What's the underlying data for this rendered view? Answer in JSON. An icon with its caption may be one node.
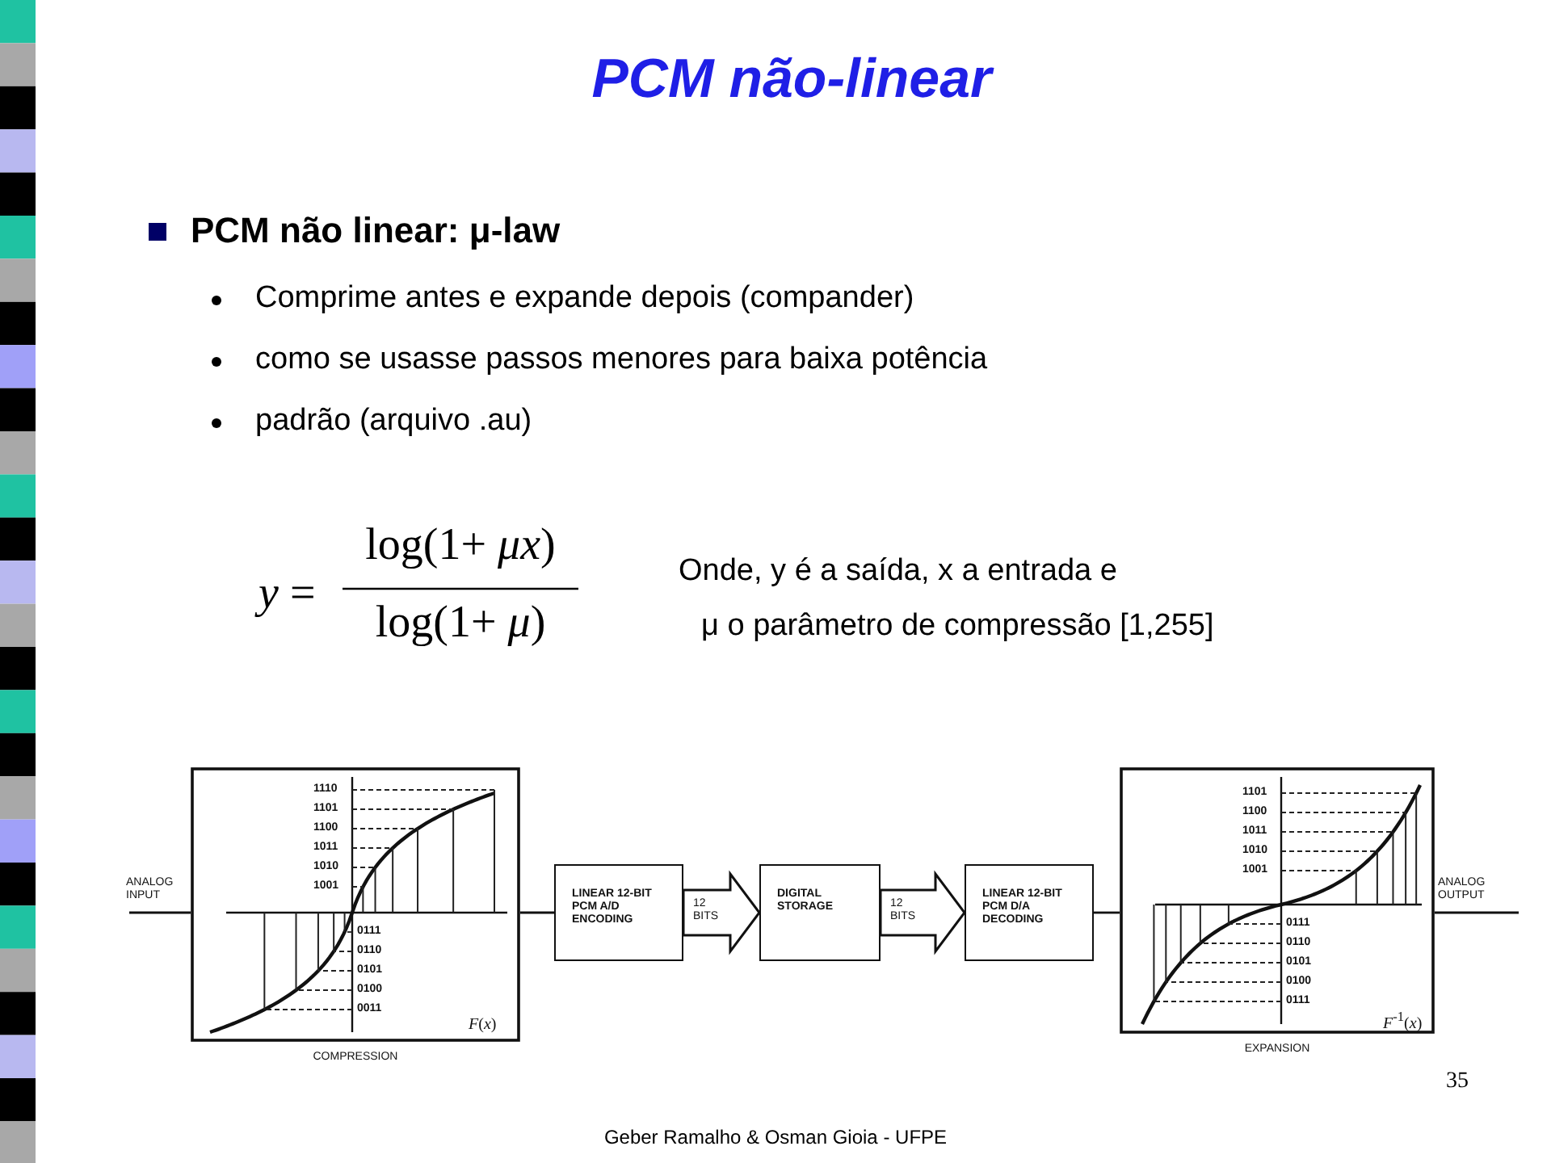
{
  "diagram": {
    "title": "PCM não-linear",
    "nodes": [
      {
        "text": [
          "COMPRESSION"
        ]
      },
      {
        "text": [
          "LINEAR 12-BIT PCM A/D ENCODING"
        ]
      },
      {
        "text": [
          "DIGITAL STORAGE"
        ]
      },
      {
        "text": [
          "LINEAR 12-BIT PCM D/A DECODING"
        ]
      },
      {
        "text": [
          "EXPANSION"
        ]
      }
    ],
    "edges": [
      {
        "from": null,
        "to": 0,
        "arrow": "none",
        "label": "ANALOG INPUT"
      },
      {
        "from": 0,
        "to": 1,
        "arrow": "none"
      },
      {
        "from": 1,
        "to": 2,
        "arrow": "to",
        "label": "12 BITS",
        "style": "thick"
      },
      {
        "from": 2,
        "to": 3,
        "arrow": "to",
        "label": "12 BITS",
        "style": "thick"
      },
      {
        "from": 3,
        "to": 4,
        "arrow": "none"
      },
      {
        "from": 4,
        "to": null,
        "arrow": "none",
        "label": "ANALOG OUTPUT"
      }
    ],
    "labels": [
      "PCM não linear: μ-law",
      "Comprime antes e expande depois (compander)",
      "como se usasse passos menores para baixa potência",
      "padrão (arquivo .au)",
      "*y* =",
      "log(1+ *μx*)",
      "log(1+ *μ*)",
      "Onde, y é a saída, x a entrada e",
      "μ o parâmetro de compressão [1,255]",
      "1110",
      "1101",
      "1100",
      "1011",
      "1010",
      "1001",
      "0111",
      "0110",
      "0101",
      "0100",
      "0011",
      "*F*(*x*)",
      "1101",
      "1100",
      "1011",
      "1010",
      "1001",
      "0111",
      "0110",
      "0101",
      "0100",
      "0111",
      "*F*$^{-1}$(*x*)",
      "Geber Ramalho & Osman Gioia - UFPE",
      "35"
    ]
  }
}
